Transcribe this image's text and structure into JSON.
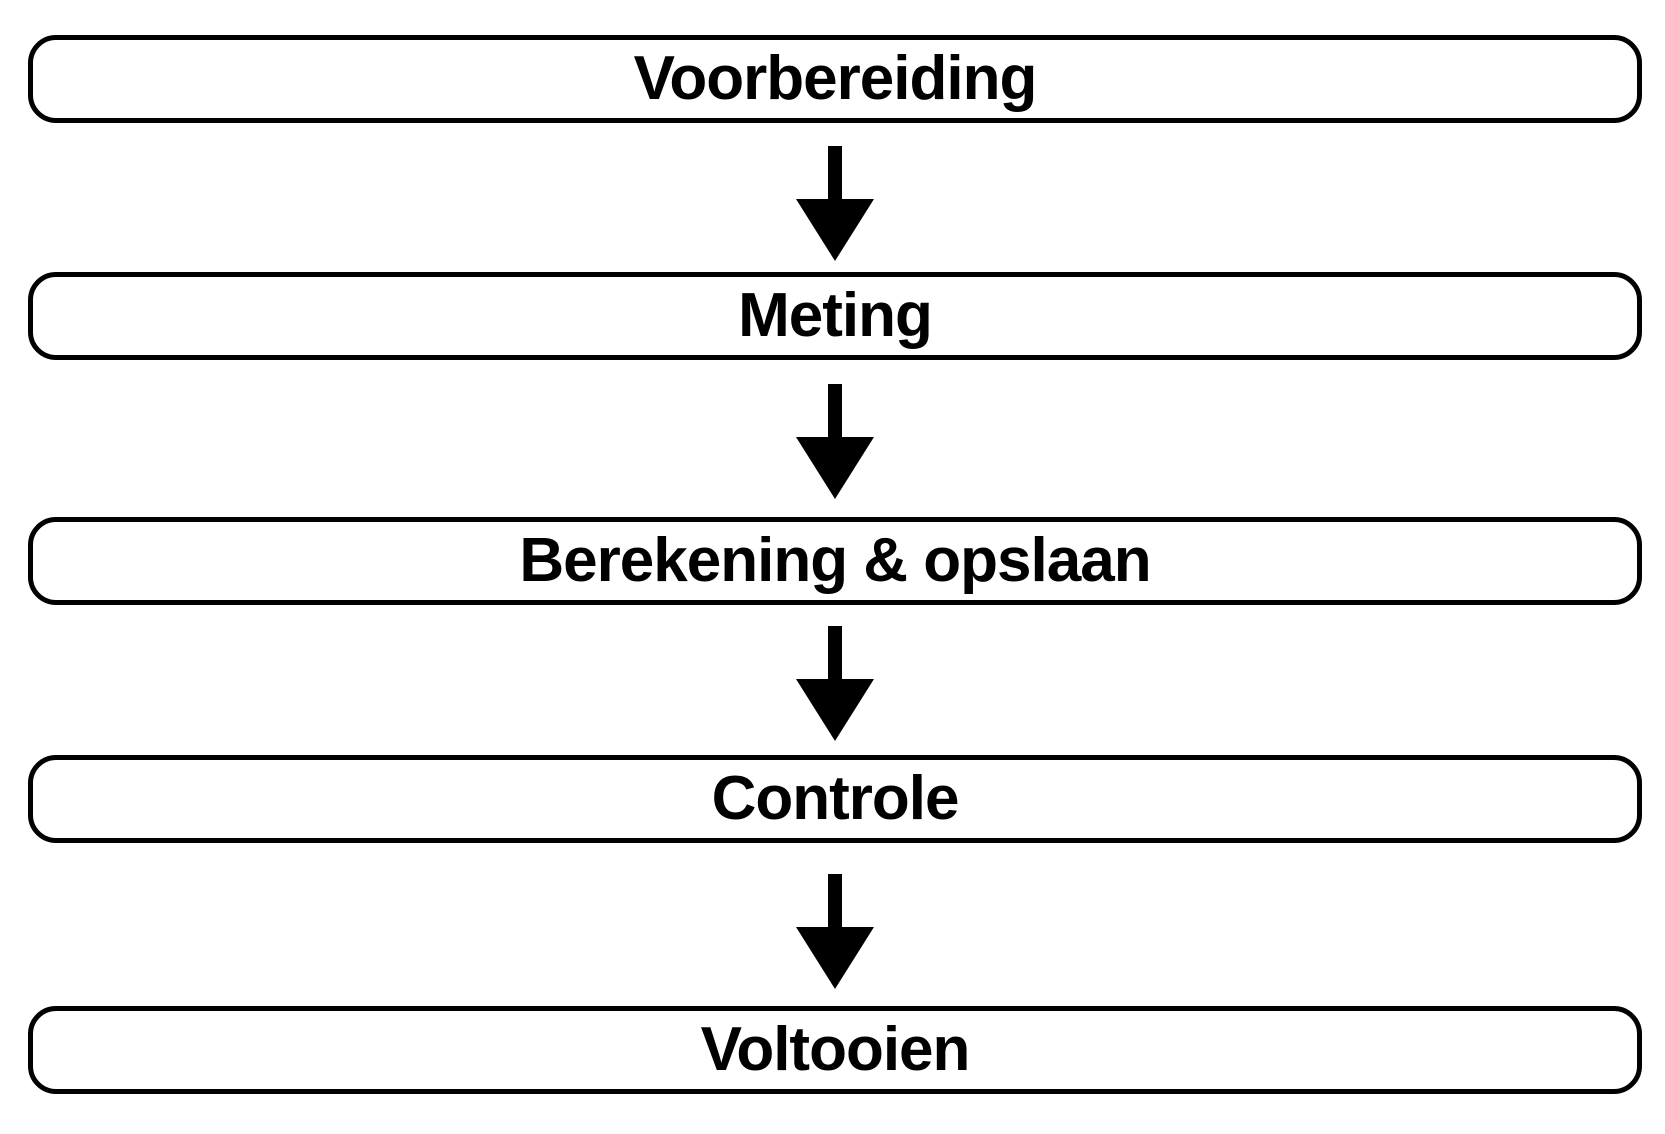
{
  "diagram": {
    "type": "flowchart",
    "direction": "top-down",
    "background_color": "#ffffff",
    "box_fill_color": "#ffffff",
    "box_border_color": "#000000",
    "text_color": "#000000",
    "arrow_color": "#000000",
    "connector_icon": "down-arrow-icon",
    "steps": [
      {
        "label": "Voorbereiding"
      },
      {
        "label": "Meting"
      },
      {
        "label": "Berekening & opslaan"
      },
      {
        "label": "Controle"
      },
      {
        "label": "Voltooien"
      }
    ]
  }
}
